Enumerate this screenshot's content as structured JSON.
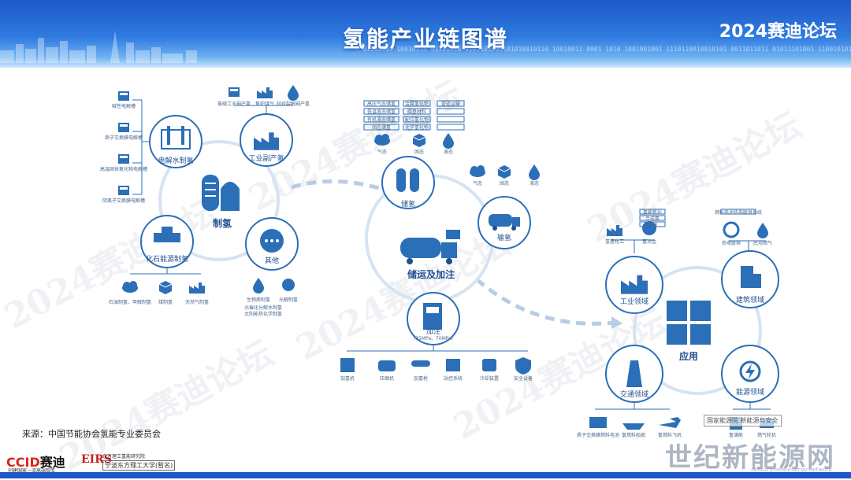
{
  "header": {
    "title": "氢能产业链图谱",
    "brand": "2024赛迪论坛",
    "binary": "01101001 10010110 01101010 0101101000101010010110 10010011 0001 1010 1001001001 1110110010010101 0011011011 01011101001 1100101011 01110010110 101001 1101100110110001 00101101 1100101 1001 01011010 1001001 0010110"
  },
  "watermark": "2024赛迪论坛",
  "production": {
    "center_label": "制氢",
    "nodes": [
      {
        "label": "电解水制氢"
      },
      {
        "label": "工业副产氢"
      },
      {
        "label": "化石能源制氢"
      },
      {
        "label": "其他"
      }
    ],
    "electrolysis_types": [
      "碱性电解槽",
      "质子交换膜电解槽",
      "高温固体氧化物电解槽",
      "阴离子交换膜电解槽"
    ],
    "byproduct_types": [
      "氯碱工业副产氢",
      "焦炉煤气",
      "轻烃裂解副产氢"
    ],
    "fossil_types": [
      "石油制氢、甲醇制氢",
      "煤制氢",
      "天然气制氢"
    ],
    "other_types": [
      "生物质制氢",
      "光解制氢"
    ],
    "other_sub": [
      "光催化分解水制氢",
      "太阳能热化学制氢"
    ]
  },
  "storage": {
    "center_label": "储运及加注",
    "nodes": [
      {
        "label": "储氢"
      },
      {
        "label": "输氢"
      },
      {
        "label": "加注",
        "sub": "（35MPa、70MPa）"
      }
    ],
    "storage_forms": [
      "气态",
      "固态",
      "液态"
    ],
    "transport_forms": [
      "气态",
      "固态",
      "液态"
    ],
    "storage_details": [
      "高压气态储氢",
      "低温液态储氢",
      "有机液态储氢",
      "固态储氢",
      "管道运输"
    ],
    "storage_details_b": [
      "金属氢化物",
      "碳基材料",
      "配位氢化物",
      "化学氢化物"
    ],
    "station_items": [
      "加氢机",
      "压缩机",
      "加氢枪",
      "站控系统",
      "冷却装置",
      "安全设备"
    ]
  },
  "application": {
    "center_label": "应用",
    "nodes": [
      {
        "label": "工业领域"
      },
      {
        "label": "建筑领域"
      },
      {
        "label": "交通领域"
      },
      {
        "label": "能源领域"
      }
    ],
    "industry_items": [
      "氢基化工",
      "氢冶金"
    ],
    "industry_sub": [
      "氢能炼化",
      "合成氨",
      "甲醇"
    ],
    "building_items": [
      "热电联供",
      "民用燃气"
    ],
    "building_sub": [
      "燃料电池热电联供系统"
    ],
    "transport_items": [
      "质子交换膜燃料电池",
      "氢燃料船舶",
      "氢燃料飞机"
    ],
    "energy_items": [
      "氢储能",
      "燃气轮机"
    ]
  },
  "footer": {
    "source": "来源：中国节能协会氢能专业委员会",
    "ccid_logo_red": "CCID",
    "ccid_logo_black": "赛迪",
    "ccid_slogan": "创建国家一流高端智库",
    "nbut_logo": "EIRS",
    "nbut_line1": "东方理工氢能研究院",
    "nbut_line2": "宁波东方理工大学(暂名)",
    "overlay_text": "国家能源院 新能源与安全",
    "watermark_cn": "世纪新能源网",
    "watermark_en": "century-new-energy-network"
  },
  "colors": {
    "primary": "#2b6fb8",
    "dark": "#1f4f8f",
    "ring": "#d6e3f2",
    "dash": "#b8cce4",
    "banner": "#1e58c8"
  }
}
